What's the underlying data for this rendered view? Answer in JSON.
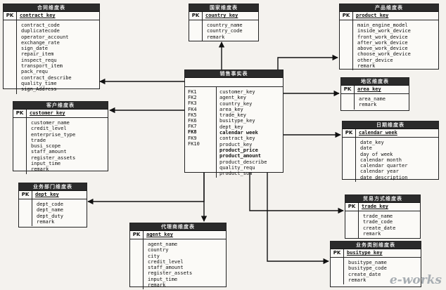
{
  "tables": {
    "contract": {
      "title": "合同维度表",
      "pk_label": "PK",
      "key": "contract_key",
      "attributes": [
        "contract_code",
        "duplicatecode",
        "operator_account",
        "exchange_rate",
        "sign_date",
        "repair_item",
        "inspect_requ",
        "transport_item",
        "pack_requ",
        "contract_describe",
        "quality_time",
        "sign_Address"
      ]
    },
    "country": {
      "title": "国家维度表",
      "pk_label": "PK",
      "key": "country_key",
      "attributes": [
        "country_name",
        "country_code",
        "remark"
      ]
    },
    "product": {
      "title": "产品维度表",
      "pk_label": "PK",
      "key": "product_key",
      "attributes": [
        "main_engine_model",
        "inside_work_device",
        "front_work_device",
        "after_work_device",
        "above_work_device",
        "choose_work_device",
        "other_device",
        "remark"
      ]
    },
    "area": {
      "title": "地区维度表",
      "pk_label": "PK",
      "key": "area_key",
      "attributes": [
        "area_name",
        "remark"
      ]
    },
    "customer": {
      "title": "客户维度表",
      "pk_label": "PK",
      "key": "customer_key",
      "attributes": [
        "customer_name",
        "credit_level",
        "enterprise_type",
        "trade",
        "busi_scope",
        "staff_amount",
        "register_assets",
        "input_time",
        "remark"
      ]
    },
    "calendar": {
      "title": "日期维度表",
      "pk_label": "PK",
      "key": "calendar_week",
      "attributes": [
        "date_key",
        "date",
        "day of week",
        "calendar month",
        "calendar quarter",
        "calendar year",
        "date description"
      ]
    },
    "dept": {
      "title": "业务部门维度表",
      "pk_label": "PK",
      "key": "dept_key",
      "attributes": [
        "dept_code",
        "dept_name",
        "dept_duty",
        "remark"
      ]
    },
    "trade": {
      "title": "贸易方式维度表",
      "pk_label": "PK",
      "key": "trade_key",
      "attributes": [
        "trade_name",
        "trade_code",
        "create_date",
        "remark"
      ]
    },
    "agent": {
      "title": "代理商维度表",
      "pk_label": "PK",
      "key": "agent_key",
      "attributes": [
        "agent_name",
        "country",
        "city",
        "credit_level",
        "staff_amount",
        "register_assets",
        "input_time",
        "remark"
      ]
    },
    "busitype": {
      "title": "业务类别维度表",
      "pk_label": "PK",
      "key": "busitype_key",
      "attributes": [
        "busitype_name",
        "busitype_code",
        "create_date",
        "remark"
      ]
    },
    "sales_fact": {
      "title": "销售事实表",
      "fk_labels": [
        "FK1",
        "FK2",
        "FK3",
        "FK4",
        "FK5",
        "FK6",
        "FK7",
        "FK8",
        "FK9",
        "FK10"
      ],
      "attributes": [
        "customer_key",
        "agent_key",
        "country_key",
        "area_key",
        "trade_key",
        "busitype_key",
        "dept_key",
        "calendar week",
        "contract_key",
        "product_key",
        "product_price",
        "product_amount",
        "product_describe",
        "quality_requ",
        "product_sum"
      ]
    }
  },
  "watermark": "e-works"
}
